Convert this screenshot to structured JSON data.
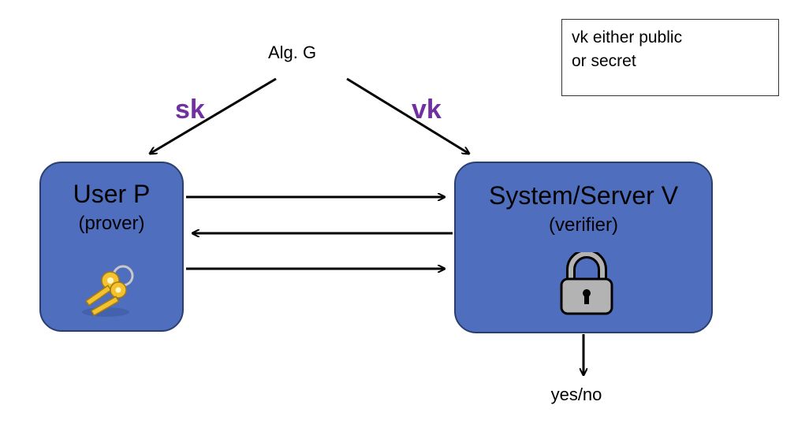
{
  "generator": {
    "label": "Alg.  G"
  },
  "keys": {
    "sk": "sk",
    "vk": "vk"
  },
  "note": {
    "line1": "vk either public",
    "line2": "or secret"
  },
  "prover": {
    "title": "User  P",
    "subtitle": "(prover)",
    "icon": "keys-icon"
  },
  "verifier": {
    "title": "System/Server V",
    "subtitle": "(verifier)",
    "icon": "padlock-icon"
  },
  "output": {
    "label": "yes/no"
  },
  "colors": {
    "box_fill": "#4f6fbe",
    "box_border": "#2b3f6f",
    "key_label": "#7030a0",
    "arrow": "#000000"
  }
}
